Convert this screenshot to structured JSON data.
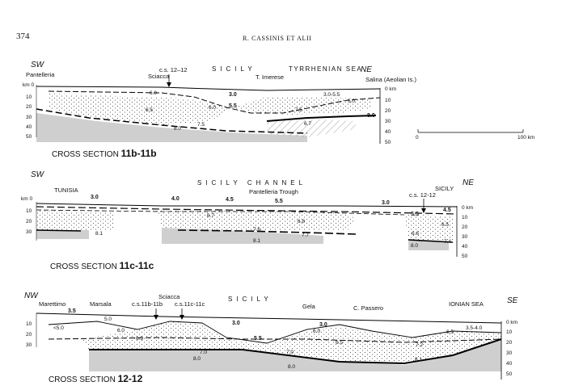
{
  "header": {
    "page_number": "374",
    "running_head": "R. CASSINIS ET ALII"
  },
  "scale_bar": {
    "start_label": "0",
    "end_label": "100 km"
  },
  "sections": [
    {
      "left_dir": "SW",
      "right_dir": "NE",
      "caption_prefix": "CROSS SECTION ",
      "caption_id": "11b-11b",
      "region": "SICILY",
      "region2": "TYRRHENIAN SEA",
      "places": {
        "left": "Pantelleria",
        "a": "Sciacca",
        "b": "T. Imerese",
        "right": "Salina (Aeolian Is.)"
      },
      "cs_marker": "c.s. 12–12",
      "left_km_label": "km 0",
      "depth_ticks": [
        "10",
        "20",
        "30",
        "40",
        "50"
      ],
      "right_ticks": [
        "0 km",
        "10",
        "20",
        "30",
        "40",
        "50"
      ],
      "velocities": [
        "6.0",
        "3.0",
        "5.5",
        "3.0-5.5",
        "6.0",
        "6.0",
        "6.5",
        "7.5",
        "8.0",
        "6.7",
        "7.5",
        "8.0"
      ]
    },
    {
      "left_dir": "SW",
      "right_dir": "NE",
      "caption_prefix": "CROSS SECTION ",
      "caption_id": "11c-11c",
      "region": "SICILY  CHANNEL",
      "region2": "SICILY",
      "places": {
        "left": "TUNISIA",
        "a": "Pantelleria Trough"
      },
      "cs_marker": "c.s. 12-12",
      "left_km_label": "km 0",
      "depth_ticks": [
        "10",
        "20",
        "30"
      ],
      "right_ticks": [
        "0 km",
        "10",
        "20",
        "30",
        "40",
        "50"
      ],
      "velocities": [
        "3.0",
        "4.0",
        "4.5",
        "5.5",
        "3.0",
        "5.5",
        "4.5",
        "6.7",
        "6.8",
        "6.5",
        "8.1",
        "7.6",
        "7.7",
        "8.1",
        "6.6",
        "7.4",
        "8.0"
      ]
    },
    {
      "left_dir": "NW",
      "right_dir": "SE",
      "caption_prefix": "CROSS SECTION ",
      "caption_id": "12-12",
      "region": "SICILY",
      "region2": "IONIAN SEA",
      "places": {
        "left": "Marettimo",
        "a": "Marsala",
        "b": "Sciacca",
        "c": "Gela",
        "d": "C. Passero"
      },
      "cs_marker_a": "c.s.11b-11b",
      "cs_marker_b": "c.s.11c-11c",
      "left_km_label": "",
      "depth_ticks": [
        "10",
        "20",
        "30"
      ],
      "right_ticks": [
        "0 km",
        "10",
        "20",
        "30",
        "40",
        "50"
      ],
      "velocities": [
        "3.5",
        "5.0",
        "<5.0",
        "3.0",
        "3.0",
        "3.5-4.0",
        "6.0",
        "6.5",
        "6.5",
        "5.5",
        "6.0",
        "6.5",
        "7.0",
        "7.0",
        "7.2",
        "8.0",
        "8.0",
        "8.1"
      ]
    }
  ]
}
